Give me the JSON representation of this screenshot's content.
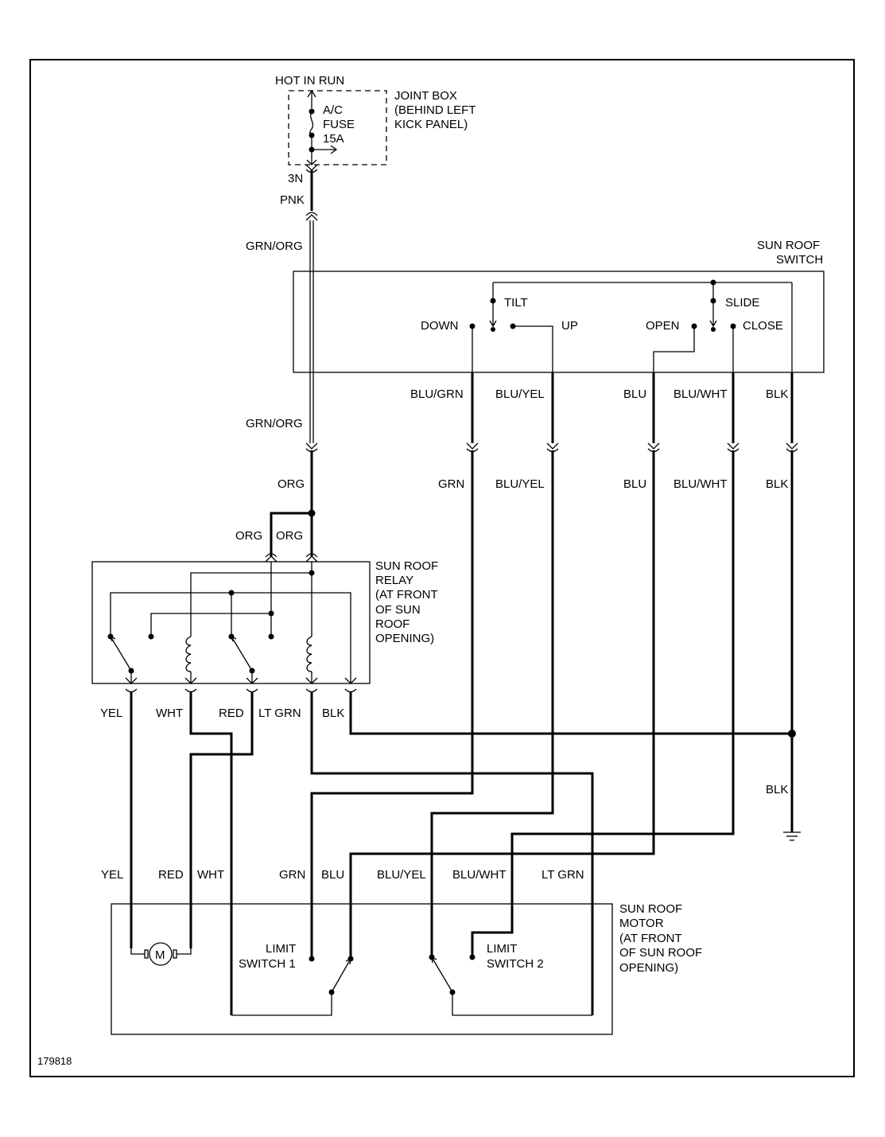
{
  "power": {
    "hot_label": "HOT IN RUN",
    "fuse_l1": "A/C",
    "fuse_l2": "FUSE",
    "fuse_l3": "15A",
    "jb_l1": "JOINT BOX",
    "jb_l2": "(BEHIND LEFT",
    "jb_l3": "KICK PANEL)",
    "connector": "3N",
    "wire1": "PNK",
    "wire2": "GRN/ORG"
  },
  "switch": {
    "title_l1": "SUN ROOF",
    "title_l2": "SWITCH",
    "tilt": "TILT",
    "slide": "SLIDE",
    "down": "DOWN",
    "up": "UP",
    "open": "OPEN",
    "close": "CLOSE",
    "out_wires": [
      "GRN/ORG",
      "BLU/GRN",
      "BLU/YEL",
      "BLU",
      "BLU/WHT",
      "BLK"
    ],
    "harness_wires": [
      "ORG",
      "GRN",
      "BLU/YEL",
      "BLU",
      "BLU/WHT",
      "BLK"
    ]
  },
  "relay": {
    "in_wires": [
      "ORG",
      "ORG"
    ],
    "title": [
      "SUN ROOF",
      "RELAY",
      "(AT FRONT",
      "OF SUN",
      "ROOF",
      "OPENING)"
    ],
    "out_wires": [
      "YEL",
      "WHT",
      "RED",
      "LT GRN",
      "BLK"
    ]
  },
  "ground": {
    "wire": "BLK"
  },
  "motor": {
    "in_wires": [
      "YEL",
      "RED",
      "WHT",
      "GRN",
      "BLU",
      "BLU/YEL",
      "BLU/WHT",
      "LT GRN"
    ],
    "title": [
      "SUN ROOF",
      "MOTOR",
      "(AT FRONT",
      "OF SUN ROOF",
      "OPENING)"
    ],
    "motor_symbol": "M",
    "ls1_l1": "LIMIT",
    "ls1_l2": "SWITCH 1",
    "ls2_l1": "LIMIT",
    "ls2_l2": "SWITCH 2"
  },
  "figure_id": "179818"
}
